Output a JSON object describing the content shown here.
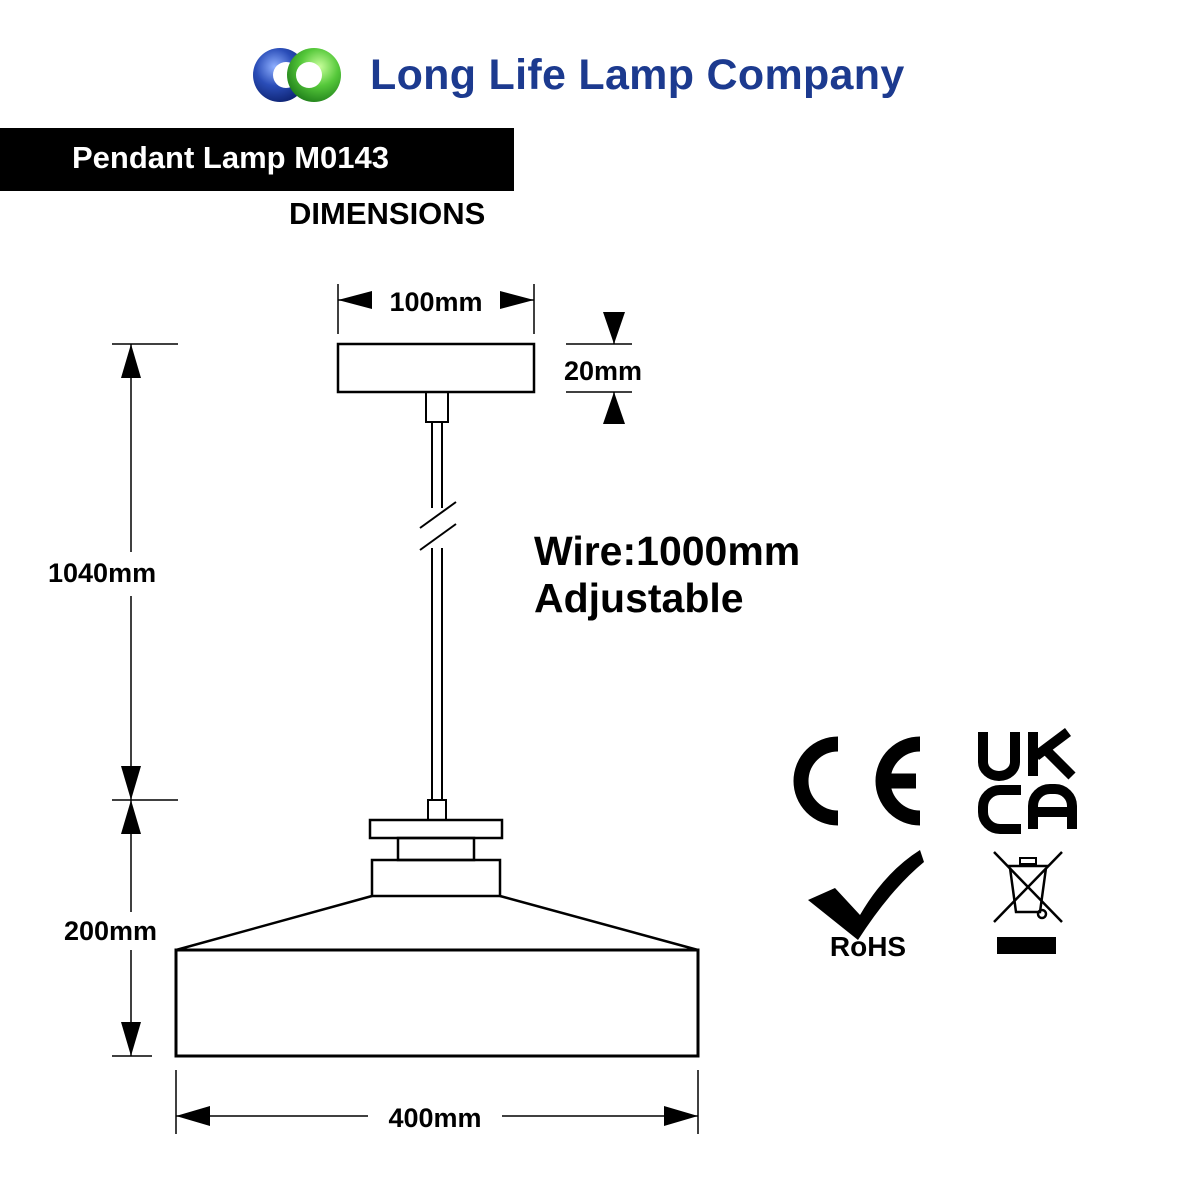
{
  "header": {
    "company_name": "Long Life Lamp Company",
    "logo_colors": {
      "blue": "#1f3f9c",
      "green": "#4cc23a",
      "text": "#1c3a8f"
    }
  },
  "product": {
    "title": "Pendant Lamp M0143",
    "section": "DIMENSIONS"
  },
  "dimensions": {
    "canopy_width": "100mm",
    "canopy_height": "20mm",
    "total_height": "1040mm",
    "shade_height": "200mm",
    "shade_width": "400mm"
  },
  "wire_note": {
    "line1": "Wire:1000mm",
    "line2": "Adjustable"
  },
  "certifications": {
    "ce": "CE",
    "ukca_line1": "UK",
    "ukca_line2": "CA",
    "rohs": "RoHS",
    "weee_icon": "crossed-out-wheelie-bin-icon"
  }
}
